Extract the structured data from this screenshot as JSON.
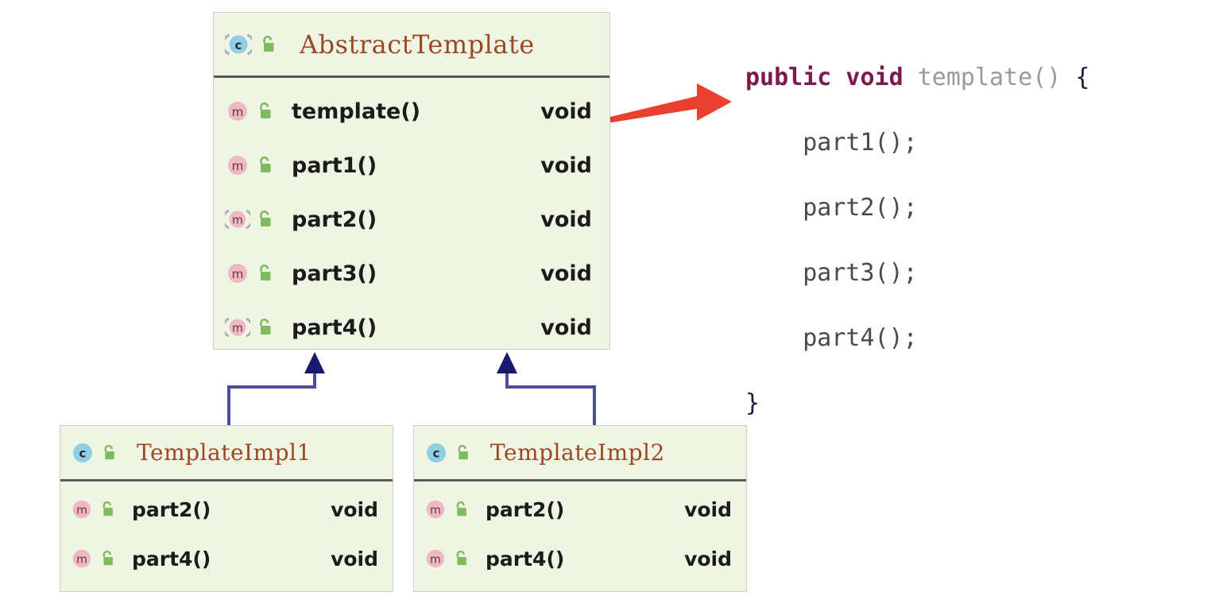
{
  "diagram": {
    "type": "uml-class-diagram",
    "classes": [
      {
        "id": "abstract-template",
        "name": "AbstractTemplate",
        "stereotype": "abstract-class",
        "class_icon": "abstract-class-icon",
        "visibility_icon": "public-unlock-icon",
        "members": [
          {
            "name": "template()",
            "type": "void",
            "icon": "method-icon",
            "visibility_icon": "public-unlock-icon",
            "abstract": false
          },
          {
            "name": "part1()",
            "type": "void",
            "icon": "method-icon",
            "visibility_icon": "public-unlock-icon",
            "abstract": false
          },
          {
            "name": "part2()",
            "type": "void",
            "icon": "abstract-method-icon",
            "visibility_icon": "public-unlock-icon",
            "abstract": true
          },
          {
            "name": "part3()",
            "type": "void",
            "icon": "method-icon",
            "visibility_icon": "public-unlock-icon",
            "abstract": false
          },
          {
            "name": "part4()",
            "type": "void",
            "icon": "abstract-method-icon",
            "visibility_icon": "public-unlock-icon",
            "abstract": true
          }
        ]
      },
      {
        "id": "template-impl-1",
        "name": "TemplateImpl1",
        "stereotype": "class",
        "class_icon": "class-icon",
        "visibility_icon": "public-unlock-icon",
        "members": [
          {
            "name": "part2()",
            "type": "void",
            "icon": "method-icon",
            "visibility_icon": "public-unlock-icon",
            "abstract": false
          },
          {
            "name": "part4()",
            "type": "void",
            "icon": "method-icon",
            "visibility_icon": "public-unlock-icon",
            "abstract": false
          }
        ]
      },
      {
        "id": "template-impl-2",
        "name": "TemplateImpl2",
        "stereotype": "class",
        "class_icon": "class-icon",
        "visibility_icon": "public-unlock-icon",
        "members": [
          {
            "name": "part2()",
            "type": "void",
            "icon": "method-icon",
            "visibility_icon": "public-unlock-icon",
            "abstract": false
          },
          {
            "name": "part4()",
            "type": "void",
            "icon": "method-icon",
            "visibility_icon": "public-unlock-icon",
            "abstract": false
          }
        ]
      }
    ],
    "relations": [
      {
        "kind": "generalization",
        "from": "template-impl-1",
        "to": "abstract-template",
        "icon": "inheritance-arrow-icon"
      },
      {
        "kind": "generalization",
        "from": "template-impl-2",
        "to": "abstract-template",
        "icon": "inheritance-arrow-icon"
      }
    ],
    "annotations": [
      {
        "kind": "callout",
        "icon": "red-arrow-icon",
        "from_member": "template()",
        "to": "code-snippet"
      }
    ]
  },
  "code": {
    "signature_keywords": "public void",
    "signature_name": " template()",
    "signature_brace": " {",
    "line1": "    part1();",
    "line2": "    part2();",
    "line3": "    part3();",
    "line4": "    part4();",
    "closing_brace": "}"
  },
  "colors": {
    "box_fill": "#eef6e3",
    "box_border": "#c9cfc2",
    "separator": "#5a5a5a",
    "class_name": "#9c4726",
    "member_text": "#1b1b1b",
    "class_icon_fill": "#8fcfe4",
    "method_icon_fill": "#efb9c4",
    "abstract_ring": "#a8b0b8",
    "lock_green": "#7dbb5c",
    "inheritance_arrow": "#191970",
    "callout_arrow": "#e8412f",
    "code_keyword": "#7d1a4b",
    "code_fn": "#9a9a9a",
    "code_punct": "#1d1d3a"
  }
}
